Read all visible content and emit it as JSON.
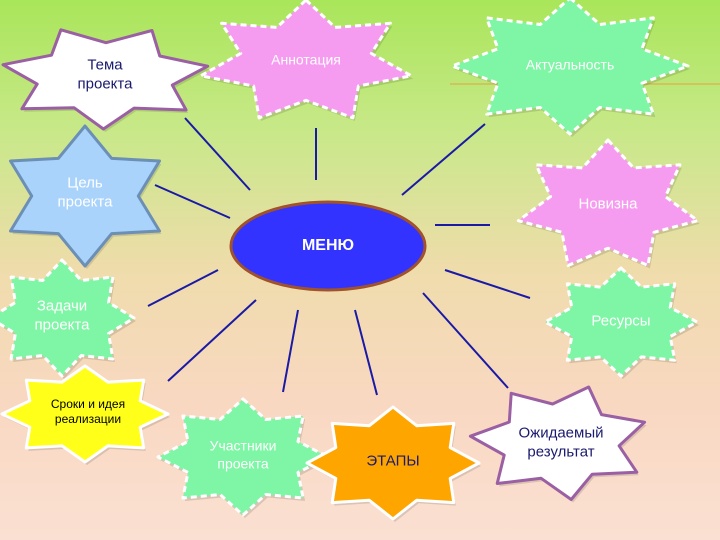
{
  "hub": {
    "label": "МЕНЮ",
    "fill": "#3333ff",
    "stroke": "#a0522d"
  },
  "connector_color": "#1a1aa6",
  "nodes": [
    {
      "id": "tema",
      "label": "Тема\nпроекта",
      "fill": "#ffffff",
      "text_color": "#1a1a6e",
      "stroke": "#9b5fa3",
      "stroke_style": "solid",
      "points": 7
    },
    {
      "id": "annotation",
      "label": "Аннотация",
      "fill": "#f59cf0",
      "text_color": "#ffffff",
      "stroke": "#ffffff",
      "stroke_style": "dashed",
      "points": 7
    },
    {
      "id": "actuality",
      "label": "Актуальность",
      "fill": "#7ff5a6",
      "text_color": "#ffffff",
      "stroke": "#ffffff",
      "stroke_style": "dashed",
      "points": 8
    },
    {
      "id": "goal",
      "label": "Цель\nпроекта",
      "fill": "#a9d3fb",
      "text_color": "#ffffff",
      "stroke": "#6c8fb5",
      "stroke_style": "solid",
      "points": 6
    },
    {
      "id": "novelty",
      "label": "Новизна",
      "fill": "#f59cf0",
      "text_color": "#ffffff",
      "stroke": "#ffffff",
      "stroke_style": "dashed",
      "points": 7
    },
    {
      "id": "tasks",
      "label": "Задачи\nпроекта",
      "fill": "#7ff5a6",
      "text_color": "#ffffff",
      "stroke": "#ffffff",
      "stroke_style": "dashed",
      "points": 8
    },
    {
      "id": "resources",
      "label": "Ресурсы",
      "fill": "#7ff5a6",
      "text_color": "#ffffff",
      "stroke": "#ffffff",
      "stroke_style": "dashed",
      "points": 8
    },
    {
      "id": "timing",
      "label": "Сроки и идея\nреализации",
      "fill": "#ffff1a",
      "text_color": "#000000",
      "stroke": "#ffffff",
      "stroke_style": "solid",
      "points": 8
    },
    {
      "id": "participants",
      "label": "Участники\nпроекта",
      "fill": "#7ff5a6",
      "text_color": "#ffffff",
      "stroke": "#ffffff",
      "stroke_style": "dashed",
      "points": 8
    },
    {
      "id": "stages",
      "label": "ЭТАПЫ",
      "fill": "#ffa500",
      "text_color": "#1a1a6e",
      "stroke": "#ffffff",
      "stroke_style": "solid",
      "points": 8
    },
    {
      "id": "result",
      "label": "Ожидаемый\nрезультат",
      "fill": "#ffffff",
      "text_color": "#1a1a6e",
      "stroke": "#9b5fa3",
      "stroke_style": "solid",
      "points": 7
    }
  ]
}
